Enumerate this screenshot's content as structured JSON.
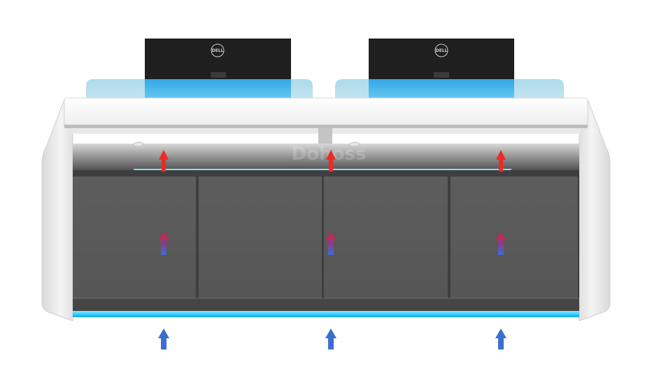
{
  "scene": {
    "monitors": [
      {
        "brand": "DELL"
      },
      {
        "brand": "DELL"
      }
    ],
    "watermark": "Dohoss",
    "airflow": {
      "top_vent_arrows": 3,
      "cabinet_arrows": 3,
      "floor_intake_arrows": 3
    }
  },
  "colors": {
    "hot_air": "#ee2a24",
    "cool_air": "#3a6fcf",
    "led_strip": "#33cfff",
    "glass_panel": "#a8d8ea",
    "cabinet": "#5b5b5b",
    "frame": "#f2f2f2"
  }
}
